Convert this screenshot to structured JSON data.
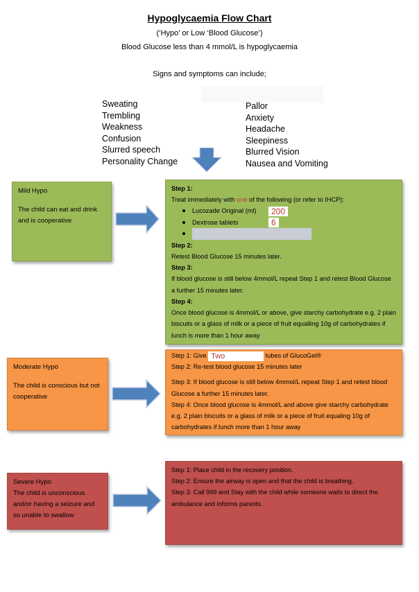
{
  "header": {
    "title": "Hypoglycaemia Flow Chart",
    "subtitle1": "(‘Hypo’ or Low ‘Blood Glucose’)",
    "subtitle2": "Blood Glucose less than 4 mmol/L is hypoglycaemia",
    "signs_intro": "Signs and symptoms can include;"
  },
  "symptoms": {
    "left": [
      "Sweating",
      "Trembling",
      "Weakness",
      "Confusion",
      "Slurred speech",
      "Personality Change"
    ],
    "right": [
      "Pallor",
      "Anxiety",
      "Headache",
      "Sleepiness",
      "Blurred Vision",
      "Nausea and Vomiting"
    ]
  },
  "mild": {
    "title": "Mild Hypo",
    "desc": "The child can eat and drink and is cooperative",
    "step1_head": "Step 1:",
    "step1_pre": "Treat immediately with ",
    "step1_one": "one",
    "step1_post": " of the following (or refer to IHCP):",
    "treatment1": "Lucozade Original (ml)",
    "treatment1_value": "200",
    "treatment2": "Dextrose tablets",
    "treatment2_value": "6",
    "step2_head": "Step 2:",
    "step2": "Retest Blood Glucose 15 minutes later.",
    "step3_head": "Step 3:",
    "step3": "If blood glucose is still below 4mmol/L repeat Step 1 and retest Blood Glucose a further 15 minutes later.",
    "step4_head": "Step 4:",
    "step4": "Once blood glucose is 4mmol/L or above, give starchy carbohydrate e.g. 2 plain biscuits or a glass of milk or a piece of fruit equalling 10g of carbohydrates if lunch is more than 1 hour away"
  },
  "moderate": {
    "title": "Moderate Hypo",
    "desc": "The child is conscious but not cooperative",
    "step1_pre": "Step 1: Give",
    "step1_value": "Two",
    "step1_post": "tubes of GlucoGel®",
    "step2": "Step 2: Re-test blood glucose 15 minutes later",
    "step3": "Step 3: If blood glucose is still below 4mmol/L repeat Step 1 and retest blood Glucose a further 15 minutes later.",
    "step4": "Step 4: Once blood glucose is 4mmol/L and above give starchy carbohydrate e.g. 2 plain biscuits or a glass of milk or a piece of fruit equaling 10g of carbohydrates if lunch more than 1 hour away"
  },
  "severe": {
    "title": "Severe Hypo",
    "desc": "The child is unconscious and/or having a seizure and so unable to swallow",
    "step1": "Step 1: Place child in the recovery position.",
    "step2": "Step 2: Ensure the airway is open and that the child is breathing.",
    "step3": "Step 3: Call 999 and Stay with the child while someone waits to direct the ambulance and informs parents."
  },
  "colors": {
    "mild": "#9bbb59",
    "moderate": "#f79646",
    "severe": "#c0504d",
    "arrow": "#4f81bd"
  }
}
